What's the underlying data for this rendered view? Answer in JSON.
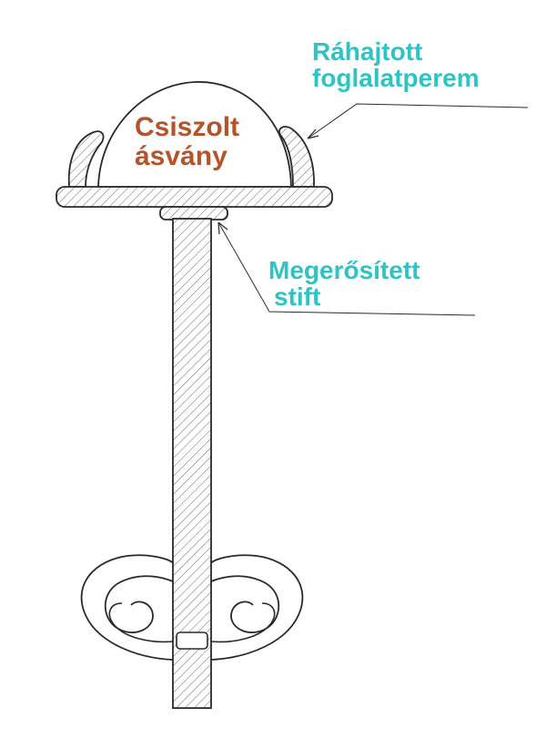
{
  "labels": {
    "mineral": [
      "Csiszolt",
      "ásvány"
    ],
    "prong": [
      "Ráhajtott",
      "foglalatperem"
    ],
    "post": [
      "Megerősített",
      "stift"
    ]
  },
  "colors": {
    "mineral_label": "#b5532a",
    "callout_label": "#2ec4c4",
    "line": "#2a2a2a",
    "hatch": "#6a6a6a",
    "paper": "#ffffff"
  }
}
